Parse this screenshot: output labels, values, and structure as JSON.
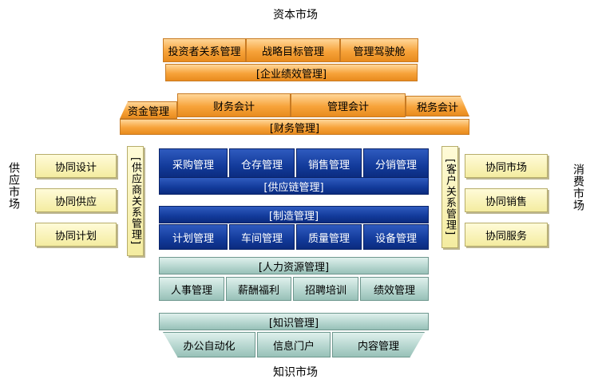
{
  "labels": {
    "capital_market": "资本市场",
    "knowledge_market": "知识市场",
    "supply_market": "供应市场",
    "consumer_market": "消费市场"
  },
  "enterprise": {
    "items": [
      "投资者关系管理",
      "战略目标管理",
      "管理驾驶舱"
    ],
    "bar": "[企业绩效管理]"
  },
  "finance": {
    "left": "资金管理",
    "items": [
      "财务会计",
      "管理会计"
    ],
    "right": "税务会计",
    "bar": "[财务管理]"
  },
  "left_side": {
    "items": [
      "协同设计",
      "协同供应",
      "协同计划"
    ],
    "srm": "[供应商关系管理]"
  },
  "right_side": {
    "items": [
      "协同市场",
      "协同销售",
      "协同服务"
    ],
    "crm": "[客户关系管理]"
  },
  "supply_chain": {
    "items": [
      "采购管理",
      "仓存管理",
      "销售管理",
      "分销管理"
    ],
    "bar": "[供应链管理]"
  },
  "manufacturing": {
    "bar": "[制造管理]",
    "items": [
      "计划管理",
      "车间管理",
      "质量管理",
      "设备管理"
    ]
  },
  "hr": {
    "bar": "[人力资源管理]",
    "items": [
      "人事管理",
      "薪酬福利",
      "招聘培训",
      "绩效管理"
    ]
  },
  "knowledge": {
    "bar": "[知识管理]",
    "items": [
      "办公自动化",
      "信息门户",
      "内容管理"
    ]
  }
}
